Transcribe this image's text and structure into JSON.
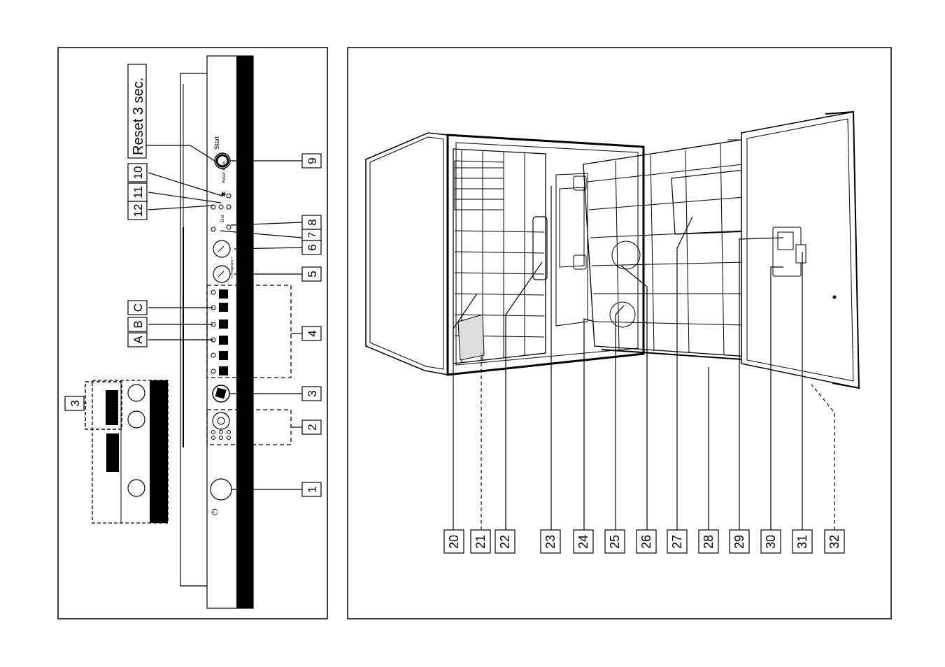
{
  "left_panel": {
    "reset_label": "Reset 3 sec.",
    "start_label": "Start",
    "end_label": "End",
    "reset_small": "Reset 3 sec.",
    "program_label": "< Program >",
    "callouts_right": [
      "9",
      "8",
      "6",
      "7",
      "5",
      "4",
      "3",
      "2",
      "1"
    ],
    "callouts_left": [
      "10",
      "11",
      "12",
      "C",
      "B",
      "A",
      "3"
    ]
  },
  "right_panel": {
    "callouts": [
      "20",
      "21",
      "22",
      "23",
      "24",
      "25",
      "26",
      "27",
      "28",
      "29",
      "30",
      "31",
      "32"
    ]
  }
}
